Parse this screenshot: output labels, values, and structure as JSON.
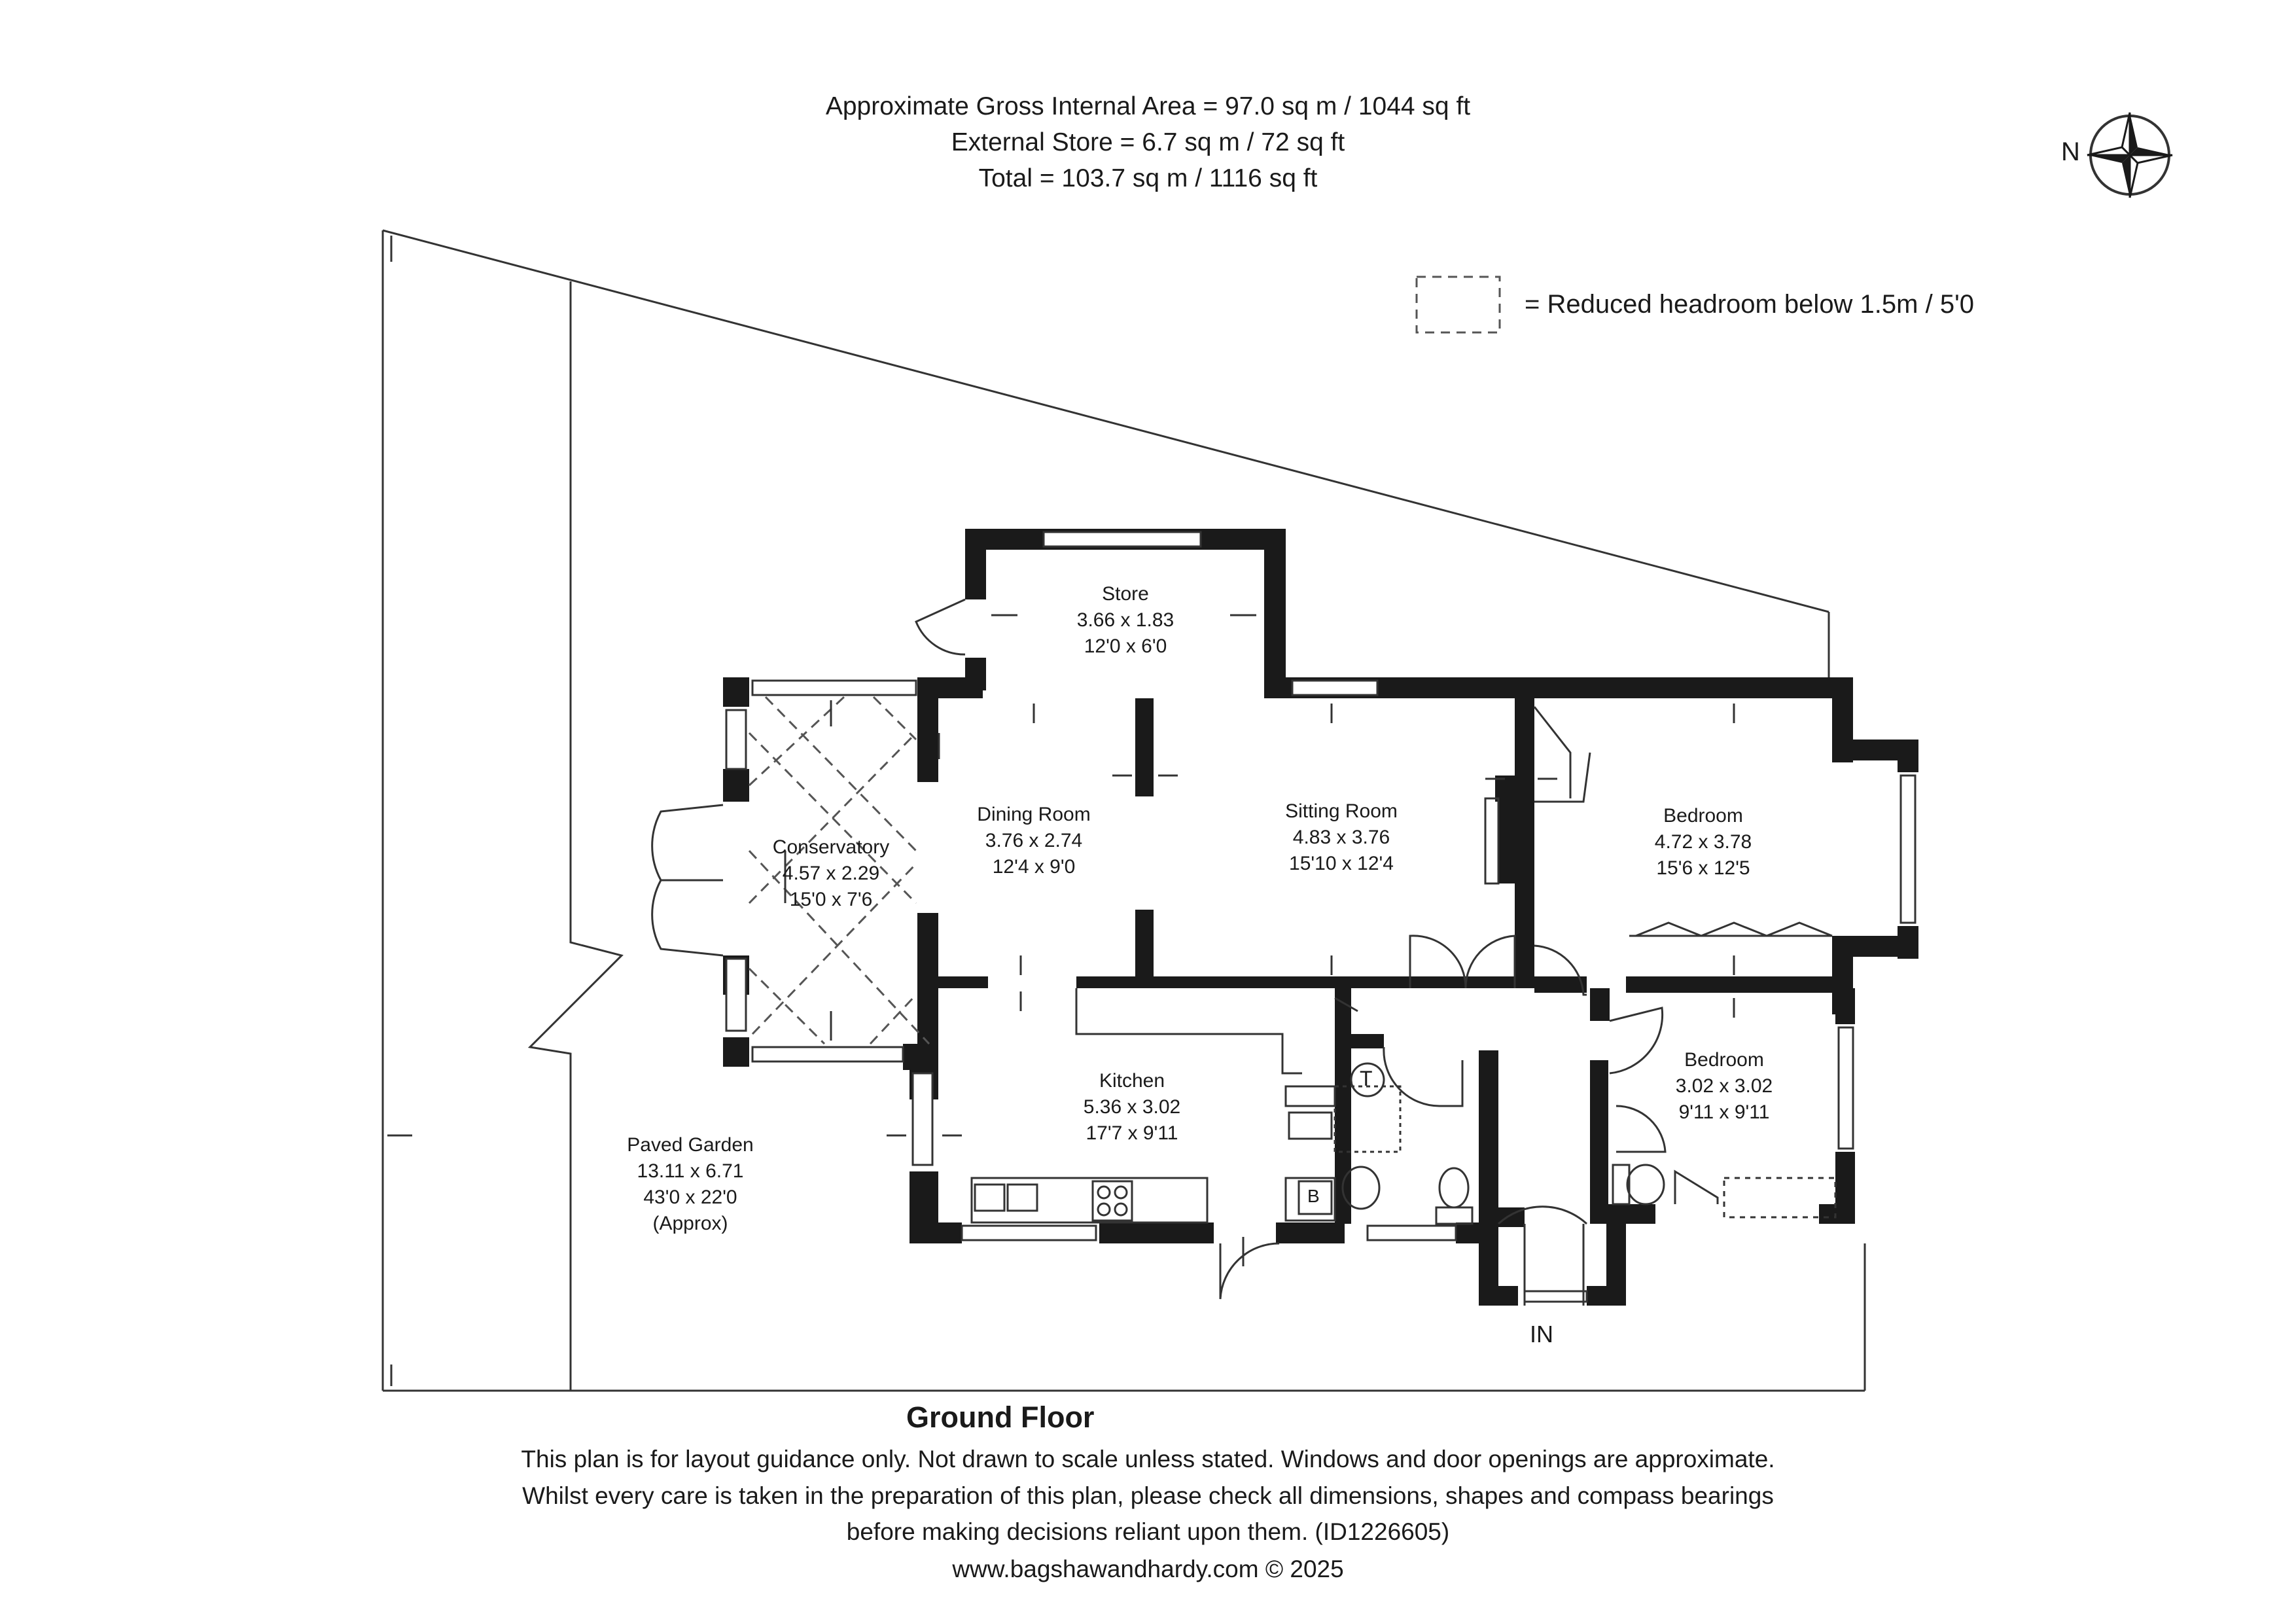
{
  "header": {
    "area_line1": "Approximate Gross Internal Area = 97.0 sq m / 1044 sq ft",
    "area_line2": "External Store = 6.7 sq m / 72 sq ft",
    "area_line3": "Total = 103.7 sq m / 1116 sq ft"
  },
  "compass": {
    "label": "N",
    "icon": "compass-rose-icon"
  },
  "legend": {
    "text": "= Reduced headroom below 1.5m / 5'0"
  },
  "rooms": {
    "store": {
      "name": "Store",
      "metric": "3.66 x 1.83",
      "imperial": "12'0 x 6'0"
    },
    "dining": {
      "name": "Dining Room",
      "metric": "3.76 x 2.74",
      "imperial": "12'4 x 9'0"
    },
    "sitting": {
      "name": "Sitting Room",
      "metric": "4.83 x 3.76",
      "imperial": "15'10 x 12'4"
    },
    "bedroom1": {
      "name": "Bedroom",
      "metric": "4.72 x 3.78",
      "imperial": "15'6 x 12'5"
    },
    "conservatory": {
      "name": "Conservatory",
      "metric": "4.57 x 2.29",
      "imperial": "15'0 x 7'6"
    },
    "kitchen": {
      "name": "Kitchen",
      "metric": "5.36 x 3.02",
      "imperial": "17'7 x 9'11"
    },
    "bedroom2": {
      "name": "Bedroom",
      "metric": "3.02 x 3.02",
      "imperial": "9'11 x 9'11"
    },
    "garden": {
      "name": "Paved Garden",
      "metric": "13.11 x 6.71",
      "imperial": "43'0 x 22'0",
      "note": "(Approx)"
    }
  },
  "fixtures": {
    "tank": "T",
    "boiler": "B",
    "entrance": "IN"
  },
  "footer": {
    "floor": "Ground Floor",
    "line1": "This plan is for layout guidance only. Not drawn to scale unless stated. Windows and door openings are approximate.",
    "line2": "Whilst every care is taken in the preparation of this plan, please check all dimensions, shapes and compass bearings",
    "line3": "before making decisions reliant upon them. (ID1226605)",
    "line4": "www.bagshawandhardy.com © 2025"
  },
  "colors": {
    "wall": "#1a1a1a",
    "line": "#333333",
    "background": "#ffffff"
  }
}
